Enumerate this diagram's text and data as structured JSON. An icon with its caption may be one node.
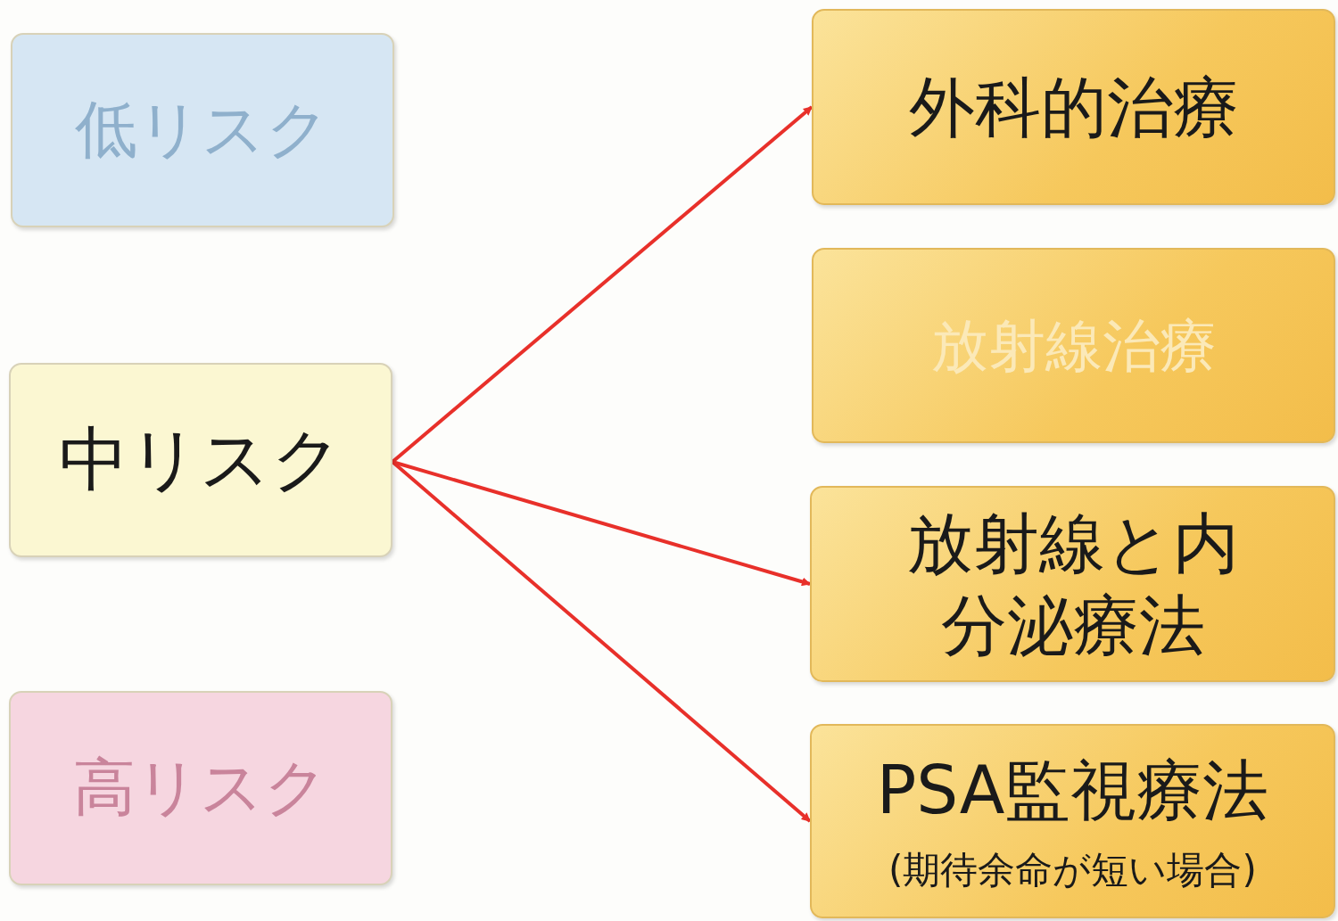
{
  "diagram": {
    "nodes": [
      {
        "text": [
          "低リスク"
        ]
      },
      {
        "text": [
          "中リスク"
        ]
      },
      {
        "text": [
          "高リスク"
        ]
      },
      {
        "text": [
          "外科的治療"
        ]
      },
      {
        "text": [
          "放射線治療"
        ]
      },
      {
        "text": [
          "放射線と内分泌療法"
        ]
      },
      {
        "text": [
          "PSA監視療法",
          "(期待余命が短い場合)"
        ]
      }
    ],
    "edges": [
      {
        "from": 1,
        "to": 3,
        "arrow": "to"
      },
      {
        "from": 1,
        "to": 5,
        "arrow": "to"
      },
      {
        "from": 1,
        "to": 6,
        "arrow": "to"
      }
    ]
  }
}
